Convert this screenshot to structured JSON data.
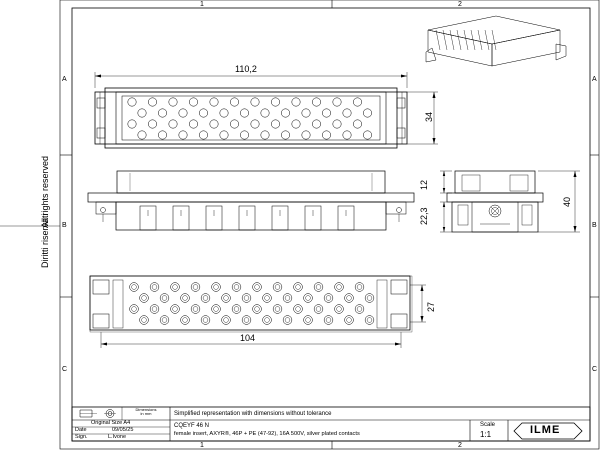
{
  "frame": {
    "col_labels": [
      "1",
      "2"
    ],
    "row_labels": [
      "A",
      "B",
      "C"
    ]
  },
  "side_notes": {
    "rights": "All rights reserved",
    "author": "Diritti riservati"
  },
  "dimensions": {
    "top_width": "110,2",
    "top_height": "34",
    "side_top": "12",
    "side_mid": "22,3",
    "side_total": "40",
    "bottom_height": "27",
    "bottom_width": "104"
  },
  "title_block": {
    "projection_label": "Dimensions\nin mm",
    "description_heading": "Simplified representation with dimensions without tolerance",
    "original_size": "Original Size A4",
    "date_label": "Date",
    "date_value": "09/05/25",
    "sign_label": "Sign.",
    "sign_value": "L.Ivone",
    "part_code": "CQEYF 46 N",
    "part_description": "female insert, AXYR®, 46P + PE (47-92), 16A 500V, silver plated contacts",
    "scale_label": "Scale",
    "scale_value": "1:1",
    "logo": "ILME"
  },
  "colors": {
    "line": "#000000",
    "background": "#ffffff",
    "hatch": "#555555"
  }
}
